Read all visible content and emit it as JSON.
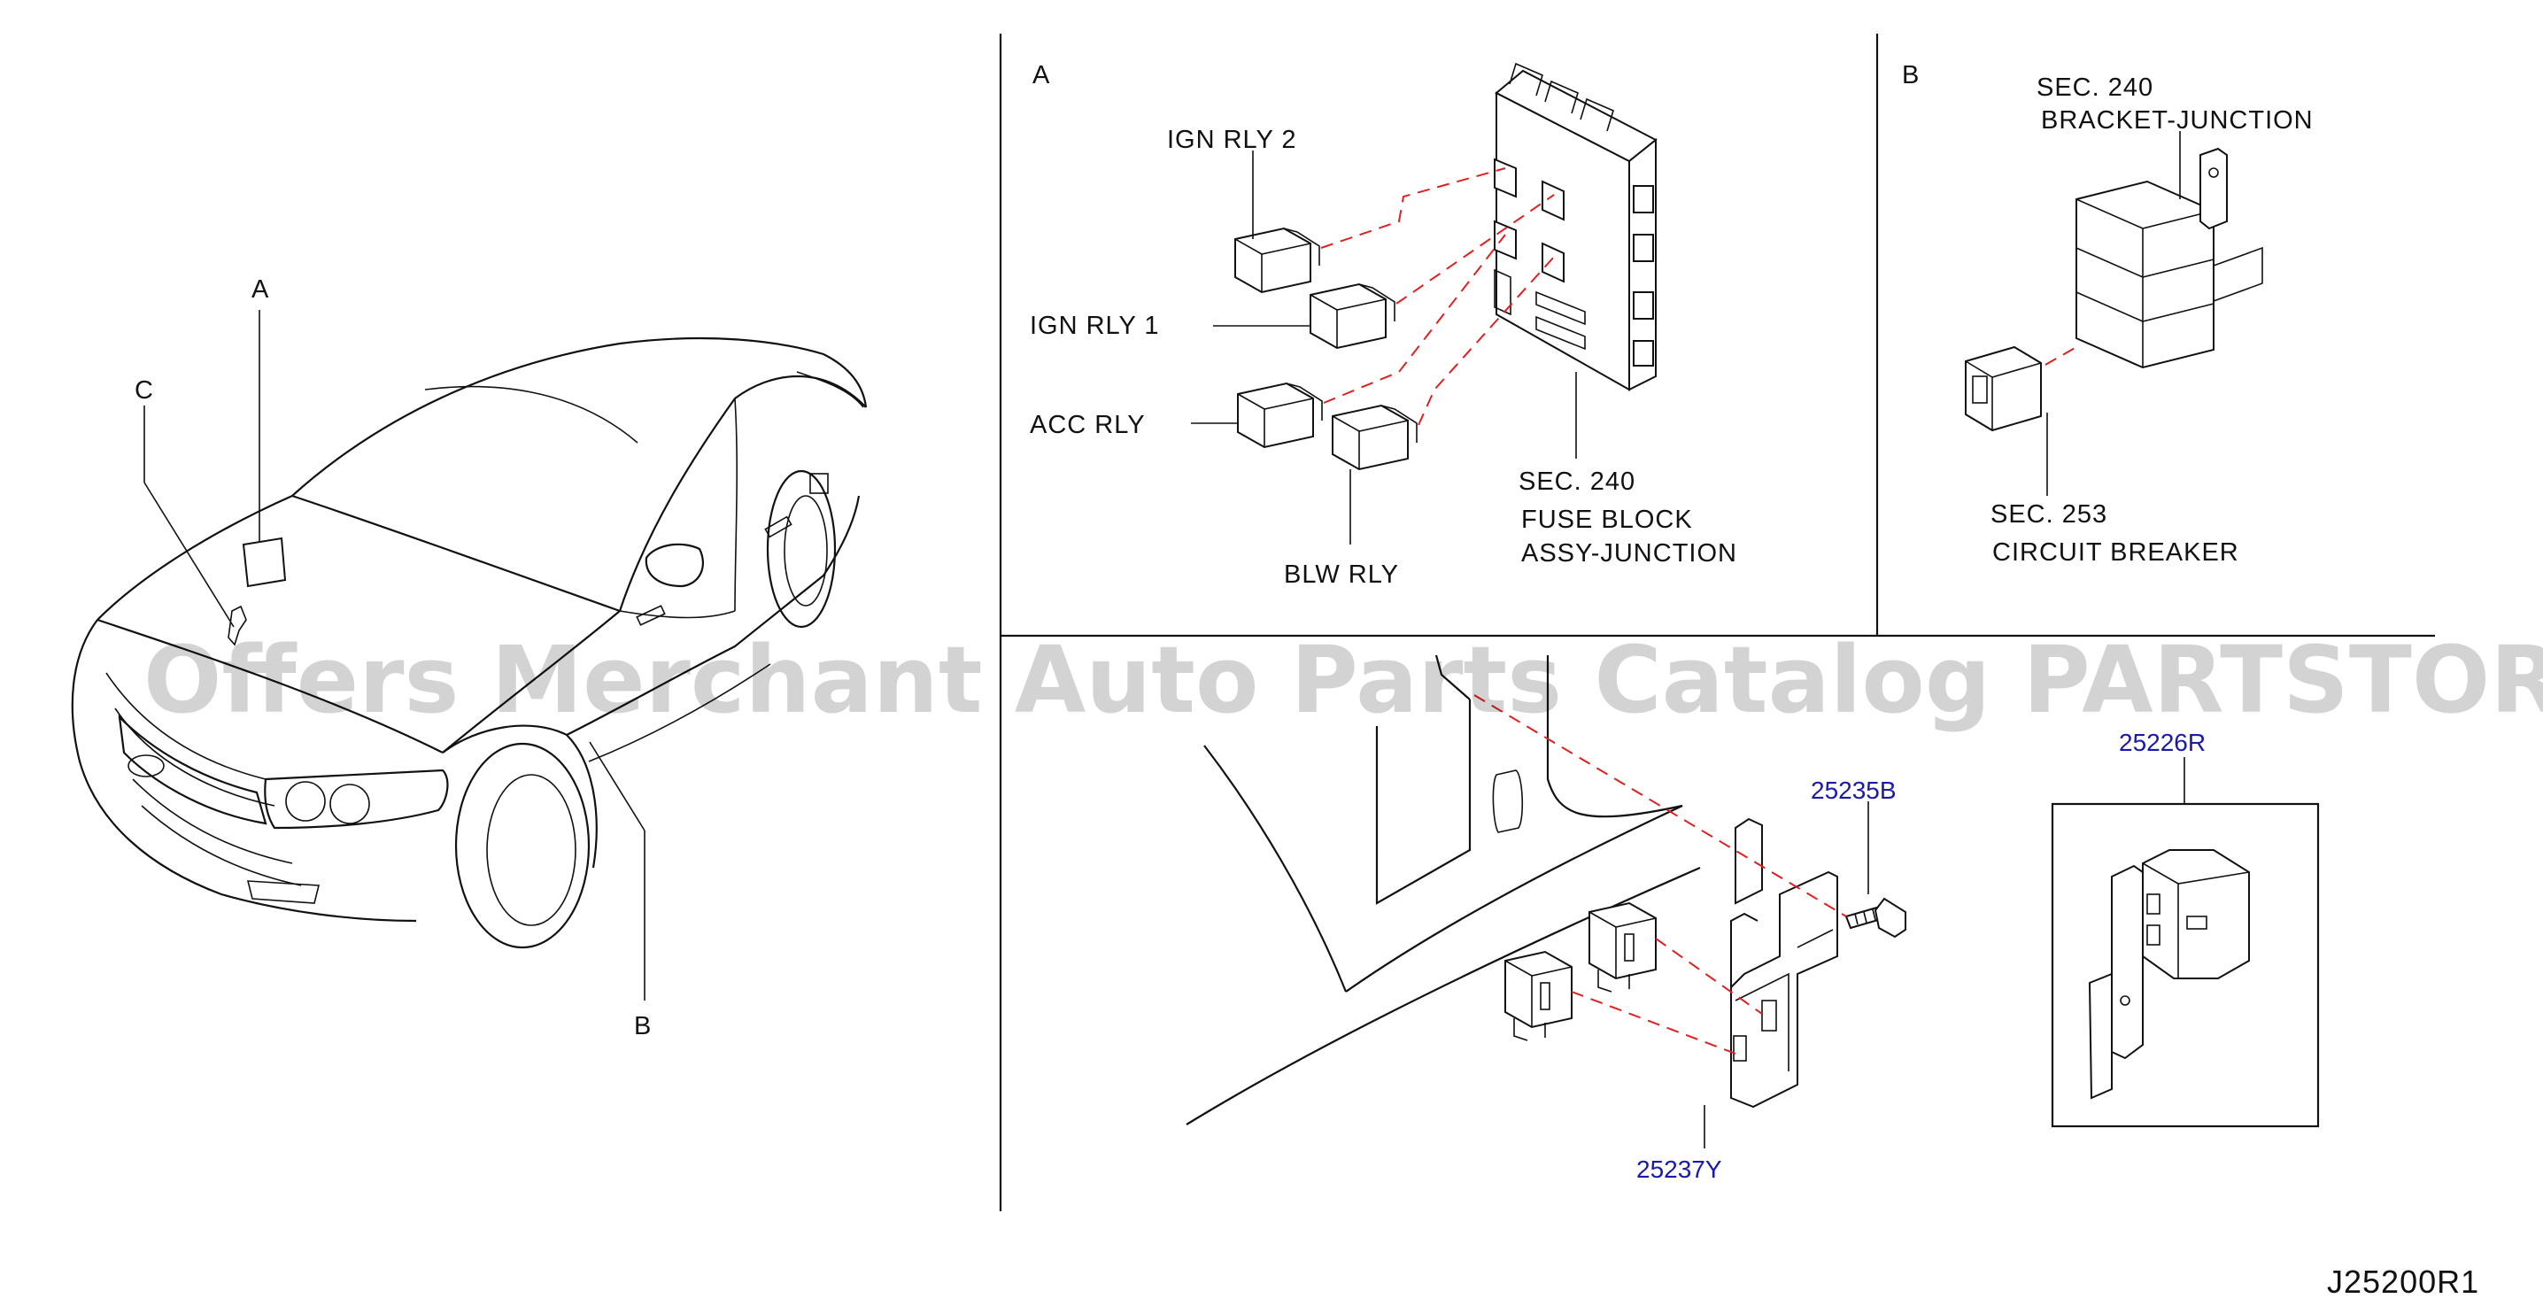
{
  "watermark": "Offers Merchant Auto Parts Catalog PARTSTORE.SA",
  "reference_code": "J25200R1",
  "vehicle_callouts": {
    "a": "A",
    "b": "B",
    "c": "C"
  },
  "section_a": {
    "letter": "A",
    "ign_rly_2": "IGN RLY 2",
    "ign_rly_1": "IGN RLY 1",
    "acc_rly": "ACC RLY",
    "blw_rly": "BLW RLY",
    "fuse_block_sec": "SEC. 240",
    "fuse_block_line1": "FUSE BLOCK",
    "fuse_block_line2": "ASSY-JUNCTION"
  },
  "section_b": {
    "letter": "B",
    "bracket_sec": "SEC. 240",
    "bracket_name": "BRACKET-JUNCTION",
    "breaker_sec": "SEC. 253",
    "breaker_name": "CIRCUIT BREAKER"
  },
  "section_c": {
    "part_bolt": "25235B",
    "part_bracket": "25237Y",
    "part_relay_assy": "25226R"
  },
  "colors": {
    "line": "#111111",
    "leader_dash": "#e02020",
    "part_number": "#1a1aaa"
  }
}
